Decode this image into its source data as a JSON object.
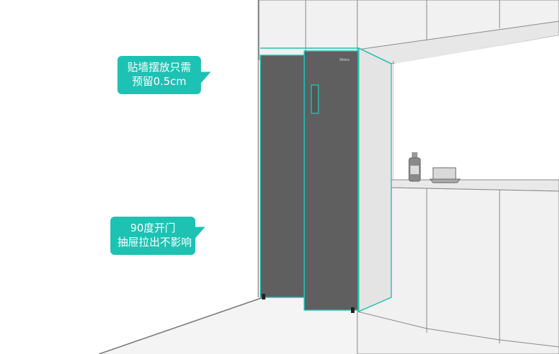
{
  "callouts": {
    "wall_clearance": {
      "line1": "贴墙摆放只需",
      "line2": "预留0.5cm"
    },
    "door_opening": {
      "line1": "90度开门",
      "line2": "抽屉拉出不影响"
    }
  },
  "colors": {
    "accent": "#1dc2b3",
    "fridge_panel": "#5f5f5f",
    "cabinet_fill": "#f1f1f1",
    "line": "#888888"
  },
  "fridge": {
    "brand": "Midea"
  }
}
